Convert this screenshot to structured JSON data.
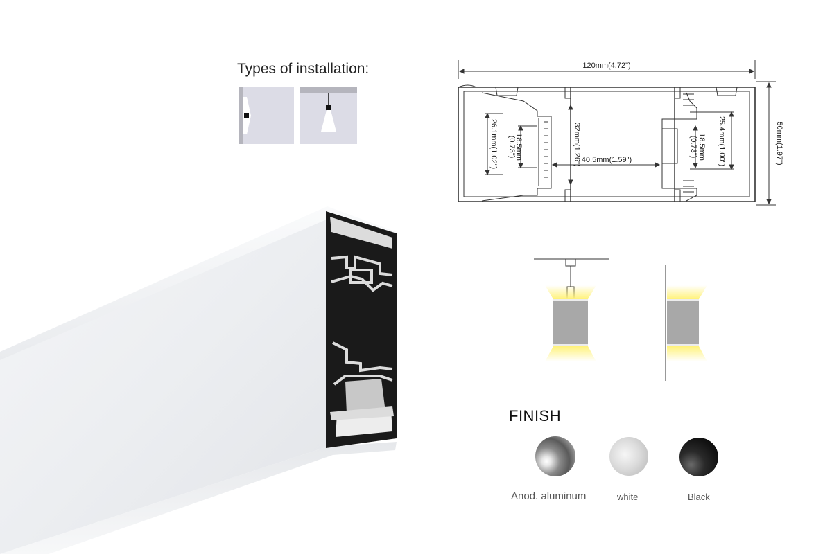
{
  "installation": {
    "title": "Types of installation:",
    "icons": [
      "wall-mount-icon",
      "pendant-mount-icon"
    ]
  },
  "dimensions": {
    "width": "120mm(4.72\")",
    "height": "50mm(1.97\")",
    "d1": "26.1mm(1.02\")",
    "d2": "18.5mm",
    "d2b": "(0.73\")",
    "d3": "32mm(1.26\")",
    "d4": "40.5mm(1.59\")",
    "d5": "25.4mm(1.00\")",
    "d6": "18.5mm",
    "d6b": "(0.73\")"
  },
  "colors": {
    "light_glow": "#fff27a",
    "fixture_gray": "#a8a8a8",
    "line": "#333333"
  },
  "finish": {
    "title": "FINISH",
    "options": [
      {
        "label": "Anod. aluminum",
        "color": "#8a8a8a"
      },
      {
        "label": "white",
        "color": "#d6d6d6"
      },
      {
        "label": "Black",
        "color": "#141414"
      }
    ]
  }
}
